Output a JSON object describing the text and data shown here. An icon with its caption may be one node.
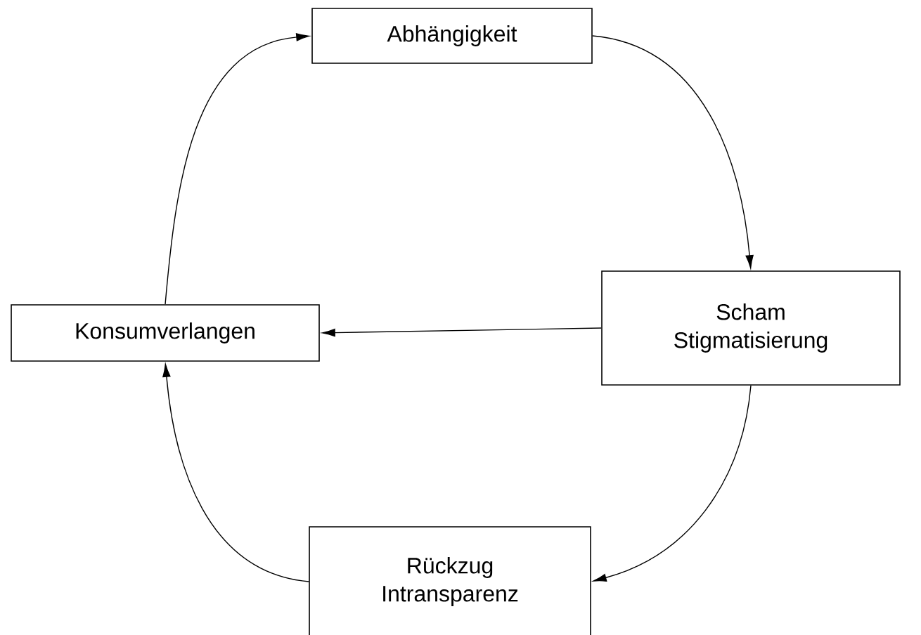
{
  "diagram": {
    "nodes": [
      {
        "text": [
          "Abhängigkeit"
        ]
      },
      {
        "text": [
          "Scham Stigmatisierung"
        ]
      },
      {
        "text": [
          "Konsumverlangen"
        ]
      },
      {
        "text": [
          "Rückzug Intransparenz"
        ]
      }
    ],
    "edges": [
      {
        "from": 0,
        "to": 1,
        "arrow": "to"
      },
      {
        "from": 1,
        "to": 2,
        "arrow": "to"
      },
      {
        "from": 1,
        "to": 3,
        "arrow": "to"
      },
      {
        "from": 3,
        "to": 2,
        "arrow": "to"
      },
      {
        "from": 2,
        "to": 0,
        "arrow": "to"
      }
    ]
  }
}
